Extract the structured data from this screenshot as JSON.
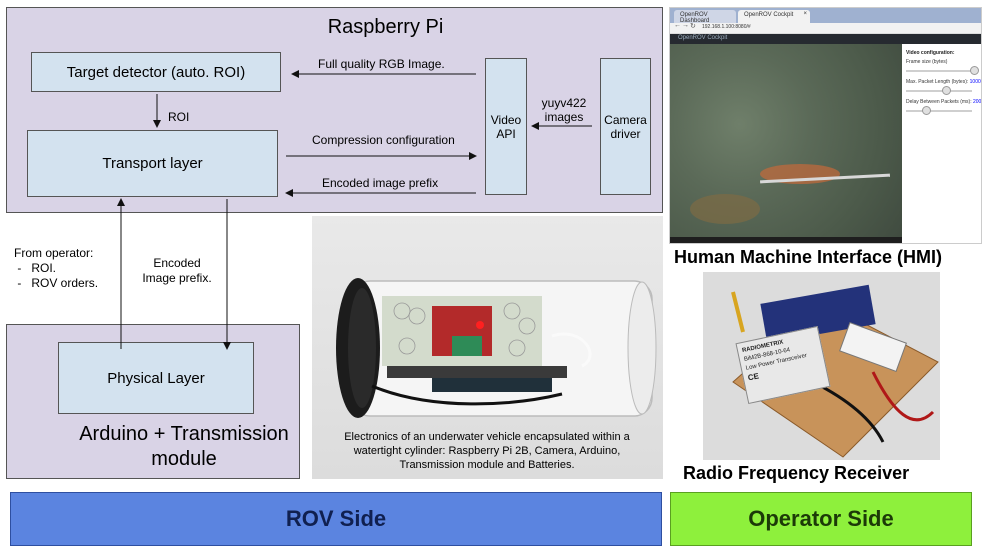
{
  "raspberry_pi": {
    "title": "Raspberry Pi",
    "target_detector": "Target detector (auto. ROI)",
    "transport_layer": "Transport layer",
    "video_api": "Video API",
    "camera_driver": "Camera driver",
    "full_quality": "Full quality RGB Image.",
    "yuyv": "yuyv422 images",
    "compression": "Compression configuration",
    "encoded_prefix": "Encoded image prefix",
    "roi": "ROI"
  },
  "middle": {
    "from_operator_title": "From operator:",
    "from_operator_items": [
      "ROI.",
      "ROV orders."
    ],
    "encoded_image_prefix": "Encoded Image prefix."
  },
  "arduino": {
    "physical_layer": "Physical Layer",
    "title": "Arduino + Transmission module"
  },
  "photo": {
    "caption": "Electronics of an underwater vehicle encapsulated within a watertight cylinder: Raspberry Pi 2B, Camera, Arduino, Transmission module and Batteries."
  },
  "hmi": {
    "tabs": [
      "OpenROV Dashboard",
      "OpenROV Cockpit"
    ],
    "tab_close": "×",
    "url": "192.168.1.100:8080/#",
    "app_name": "OpenROV Cockpit",
    "config_title": "Video configuration:",
    "sliders": [
      {
        "label": "Frame size (bytes)",
        "value": ""
      },
      {
        "label": "Max. Packet Length (bytes):",
        "value": "1000"
      },
      {
        "label": "Delay Between Packets (ms):",
        "value": "200"
      }
    ],
    "caption": "Human Machine Interface (HMI)"
  },
  "radio": {
    "caption": "Radio Frequency Receiver",
    "module_brand": "RADIOMETRIX",
    "module_id": "BiM2B-868-10-64",
    "module_extra": "Low Power Transceiver",
    "ce_mark": "CE"
  },
  "footer": {
    "rov_side": "ROV Side",
    "operator_side": "Operator Side"
  },
  "colors": {
    "panel": "#d9d3e6",
    "box": "#d3e2ef",
    "rov_bar": "#5b84e0",
    "operator_bar": "#8ef03c"
  }
}
